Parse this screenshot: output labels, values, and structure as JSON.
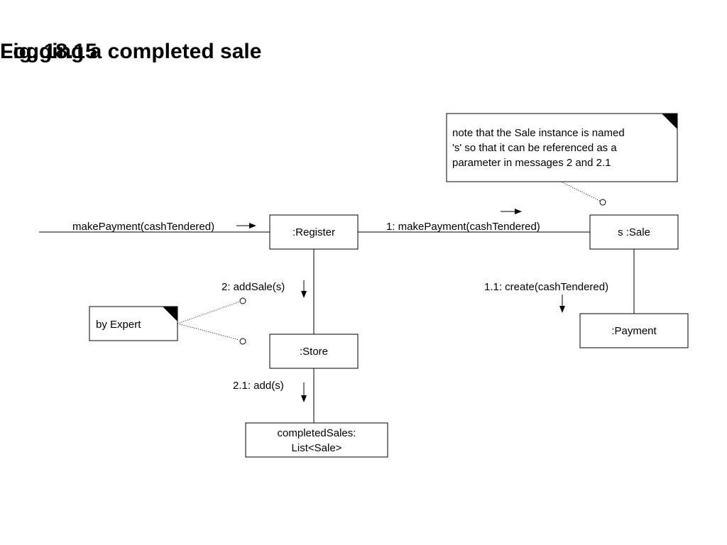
{
  "title": {
    "figure_number": "Fig. 18.15",
    "caption": "Logging a completed sale"
  },
  "objects": {
    "register": ":Register",
    "sale": "s :Sale",
    "store": ":Store",
    "payment": ":Payment",
    "completed_sales_line1": "completedSales:",
    "completed_sales_line2": "List<Sale>"
  },
  "messages": {
    "incoming": "makePayment(cashTendered)",
    "m1": "1: makePayment(cashTendered)",
    "m2": "2: addSale(s)",
    "m1_1": "1.1: create(cashTendered)",
    "m2_1": "2.1: add(s)"
  },
  "notes": {
    "sale_note_lines": [
      "note that the Sale instance is named",
      "'s' so that it can be referenced as a",
      "parameter in messages 2 and 2.1"
    ],
    "expert_note": "by Expert"
  }
}
